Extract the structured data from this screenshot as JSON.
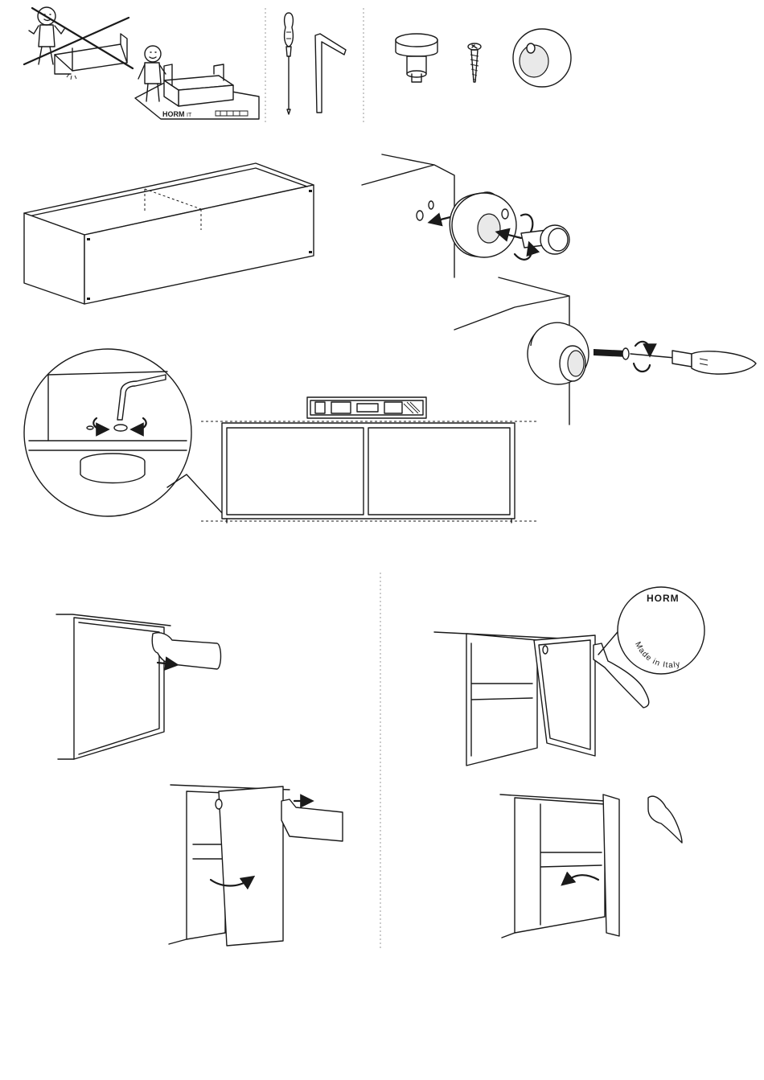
{
  "brand": {
    "mat_logo": "HORM",
    "mat_logo_suffix": "IT",
    "seal_logo": "HORM",
    "seal_tagline": "Made in Italy"
  },
  "steps": [
    {
      "id": "handling",
      "icons": [
        "person-lifting-wrong-icon",
        "person-on-mat-correct-icon"
      ]
    },
    {
      "id": "tools",
      "icons": [
        "screwdriver-icon",
        "allen-key-icon"
      ]
    },
    {
      "id": "hardware",
      "icons": [
        "knob-icon",
        "screw-icon",
        "bushing-ring-icon"
      ]
    },
    {
      "id": "cabinet-body"
    },
    {
      "id": "knob-insertion",
      "icons": [
        "rotate-icon",
        "arrow-icon"
      ]
    },
    {
      "id": "screw-fixing",
      "icons": [
        "screwdriver-icon",
        "rotate-icon"
      ]
    },
    {
      "id": "leveling",
      "icons": [
        "allen-key-icon",
        "spirit-level-icon"
      ]
    },
    {
      "id": "push-to-open-door"
    },
    {
      "id": "door-release-label"
    },
    {
      "id": "door-opening"
    },
    {
      "id": "door-closing"
    }
  ],
  "colors": {
    "line": "#1a1a1a",
    "paper": "#ffffff",
    "shade": "#e9e9e9",
    "separator": "#9a9a9a"
  }
}
